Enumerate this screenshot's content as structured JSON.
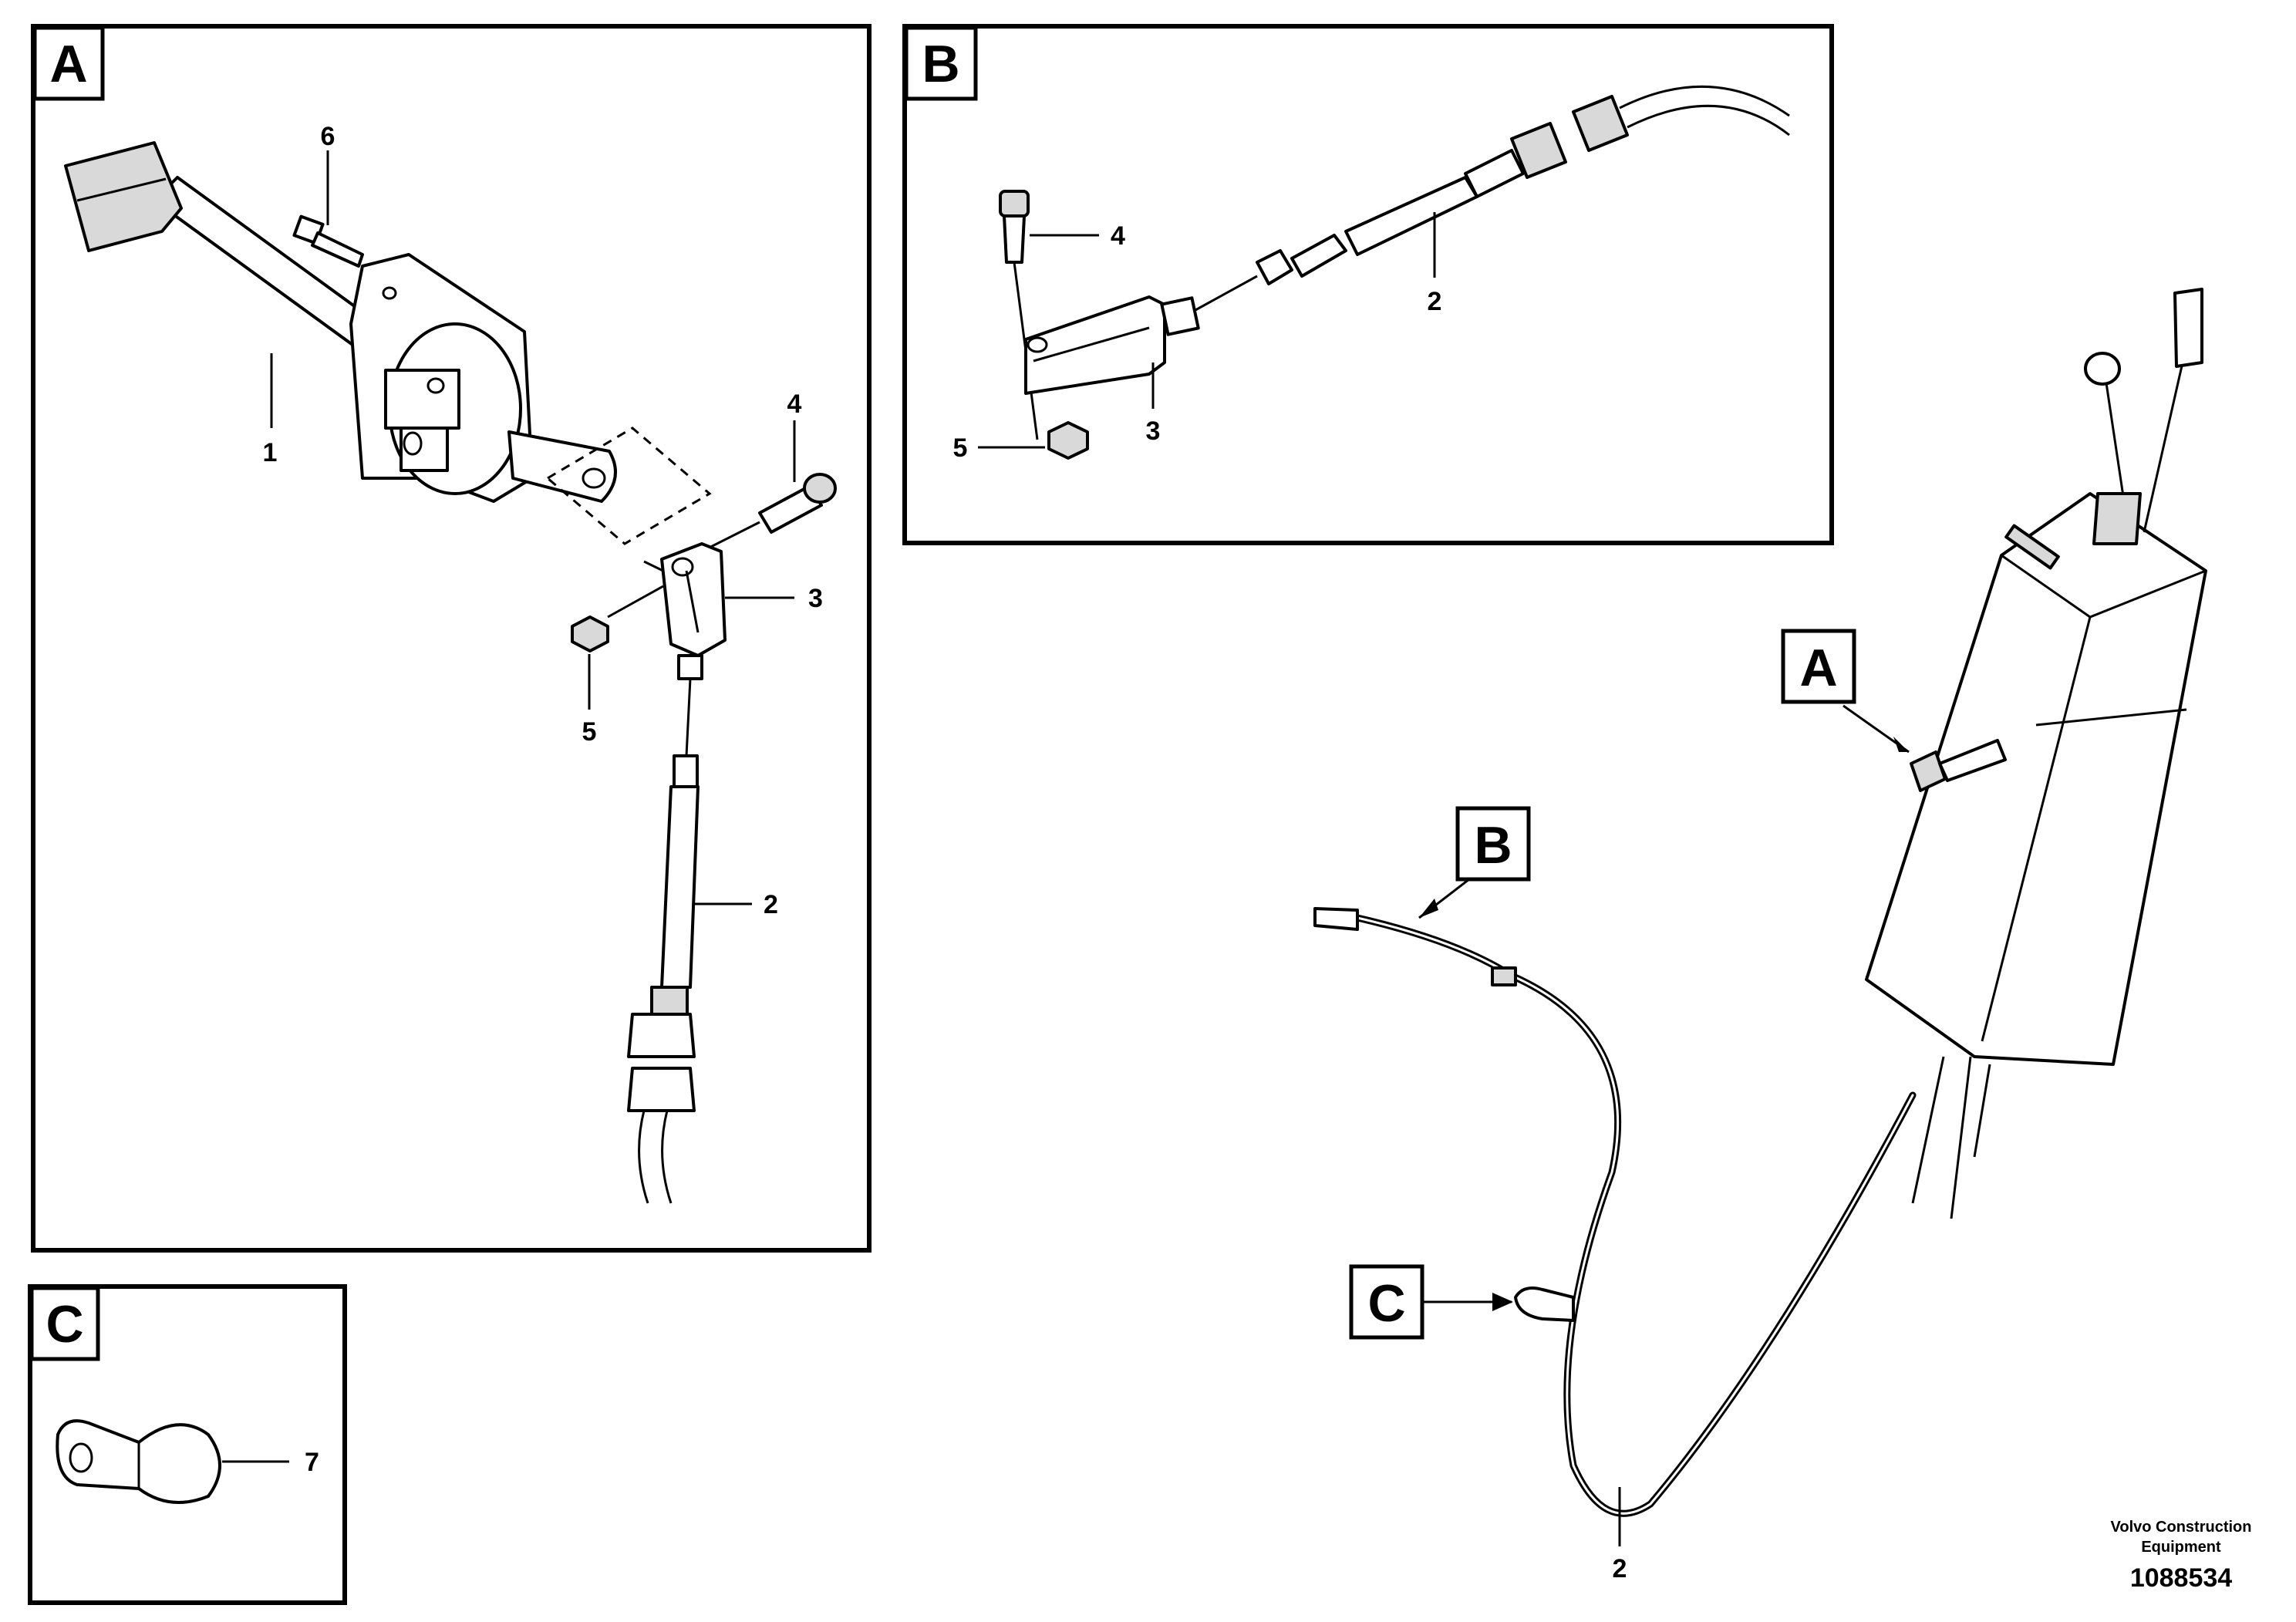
{
  "panels": {
    "A": {
      "label": "A"
    },
    "B": {
      "label": "B"
    },
    "C": {
      "label": "C"
    }
  },
  "callouts": {
    "overview_a": "A",
    "overview_b": "B",
    "overview_c": "C"
  },
  "parts": {
    "panel_a": [
      "1",
      "2",
      "3",
      "4",
      "5",
      "6"
    ],
    "panel_b": [
      "2",
      "3",
      "4",
      "5"
    ],
    "panel_c": [
      "7"
    ],
    "overview": [
      "2"
    ]
  },
  "footer": {
    "brand_line1": "Volvo Construction",
    "brand_line2": "Equipment",
    "doc_number": "1088534"
  }
}
